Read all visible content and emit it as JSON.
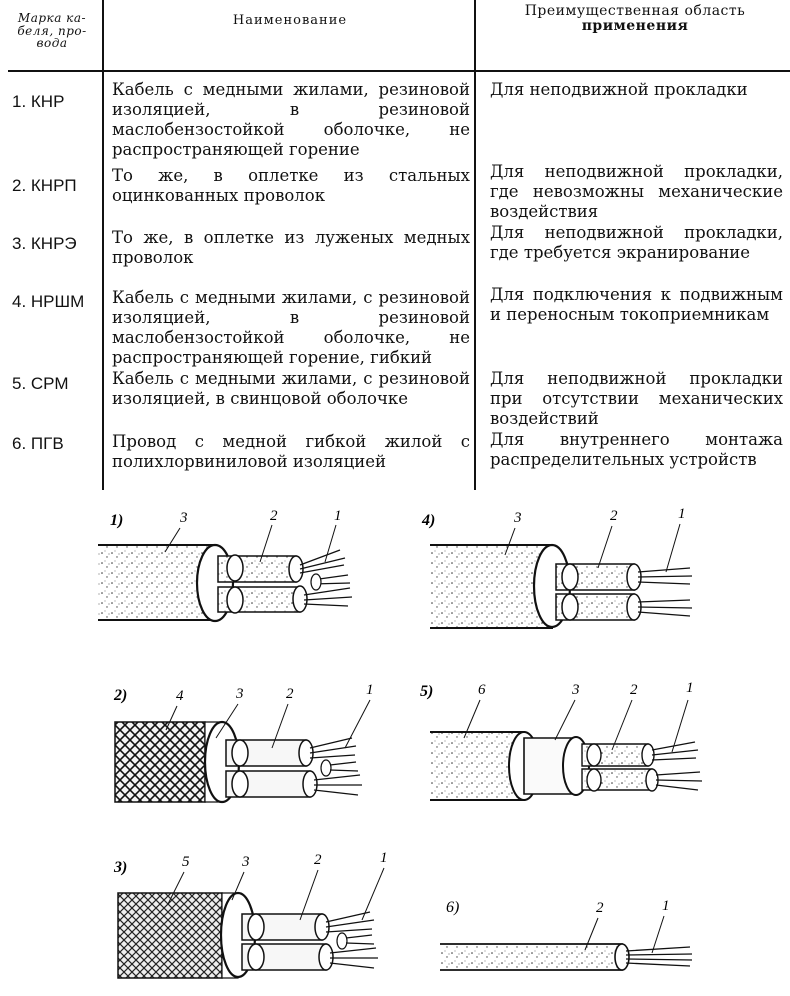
{
  "table": {
    "header": {
      "mark": "Марка ка-\nбеля, про-\nвода",
      "name": "Наименование",
      "area_line1": "Преимущественная область",
      "area_line2": "применения"
    },
    "rows": [
      {
        "mark": "1. КНР",
        "name": "Кабель с медными жилами, резиновой изоляцией, в резиновой маслобензостойкой оболочке, не распространяющей горение",
        "area": "Для неподвижной прокладки"
      },
      {
        "mark": "2. КНРП",
        "name": "То же, в оплетке из стальных оцинкованных проволок",
        "area": "Для неподвижной прокладки, где невозможны механические воздействия"
      },
      {
        "mark": "3. КНРЭ",
        "name": "То же, в оплетке из луженых медных проволок",
        "area": "Для неподвижной прокладки, где требуется экранирование"
      },
      {
        "mark": "4. НРШМ",
        "name": "Кабель с медными жилами, с резиновой изоляцией, в резиновой маслобензостойкой оболочке, не распространяющей горение, гибкий",
        "area": "Для подключения к подвижным и переносным токоприемникам"
      },
      {
        "mark": "5. СРМ",
        "name": "Кабель с медными жилами, с резиновой изоляцией, в свинцовой оболочке",
        "area": "Для неподвижной прокладки при отсутствии механических воздействий"
      },
      {
        "mark": "6. ПГВ",
        "name": "Провод с медной гибкой жилой с полихлорвиниловой изоляцией",
        "area": "Для внутреннего монтажа распределительных устройств"
      }
    ]
  },
  "figures": [
    {
      "label": "1)",
      "parts": [
        "3",
        "2",
        "1"
      ]
    },
    {
      "label": "4)",
      "parts": [
        "3",
        "2",
        "1"
      ]
    },
    {
      "label": "2)",
      "parts": [
        "4",
        "3",
        "2",
        "1"
      ]
    },
    {
      "label": "5)",
      "parts": [
        "6",
        "3",
        "2",
        "1"
      ]
    },
    {
      "label": "3)",
      "parts": [
        "5",
        "3",
        "2",
        "1"
      ]
    },
    {
      "label": "6)",
      "parts": [
        "2",
        "1"
      ]
    }
  ]
}
